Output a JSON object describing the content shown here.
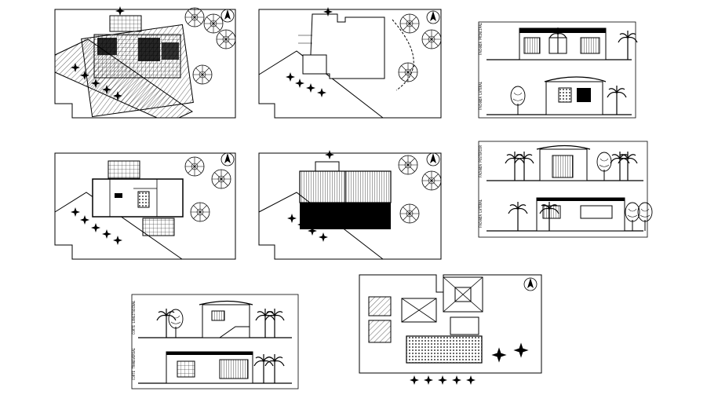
{
  "drawing": {
    "line_color": "#000000",
    "background": "#ffffff",
    "sheets": [
      {
        "id": "site-plan-furnished",
        "kind": "plan"
      },
      {
        "id": "site-plan-outline",
        "kind": "plan"
      },
      {
        "id": "elevations-set-a",
        "kind": "elevation"
      },
      {
        "id": "ground-floor-plan",
        "kind": "plan"
      },
      {
        "id": "roof-plan",
        "kind": "plan"
      },
      {
        "id": "elevations-set-b",
        "kind": "elevation"
      },
      {
        "id": "sections-set",
        "kind": "elevation"
      },
      {
        "id": "landscape-plan",
        "kind": "plan"
      }
    ],
    "icons": [
      "north-arrow-icon",
      "tree-icon",
      "palm-tree-icon",
      "hatch-pattern"
    ]
  }
}
